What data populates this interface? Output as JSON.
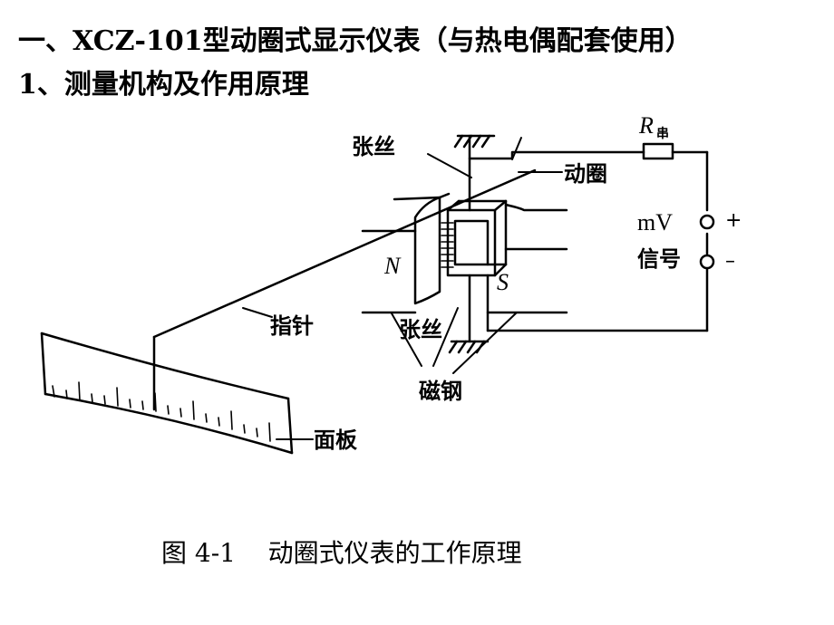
{
  "headings": {
    "section_title": "一、XCZ-101型动圈式显示仪表（与热电偶配套使用）",
    "subsection_title": "1、测量机构及作用原理"
  },
  "diagram": {
    "labels": {
      "hairspring_top": "张丝",
      "moving_coil": "动圈",
      "resistor_main": "R",
      "resistor_sub": "串",
      "signal_unit": "mV",
      "signal_text": "信号",
      "plus": "+",
      "minus": "–",
      "north_pole": "N",
      "south_pole": "S",
      "pointer": "指针",
      "hairspring_bottom": "张丝",
      "magnet": "磁钢",
      "panel": "面板"
    },
    "caption": "图 4-1    动圈式仪表的工作原理"
  }
}
